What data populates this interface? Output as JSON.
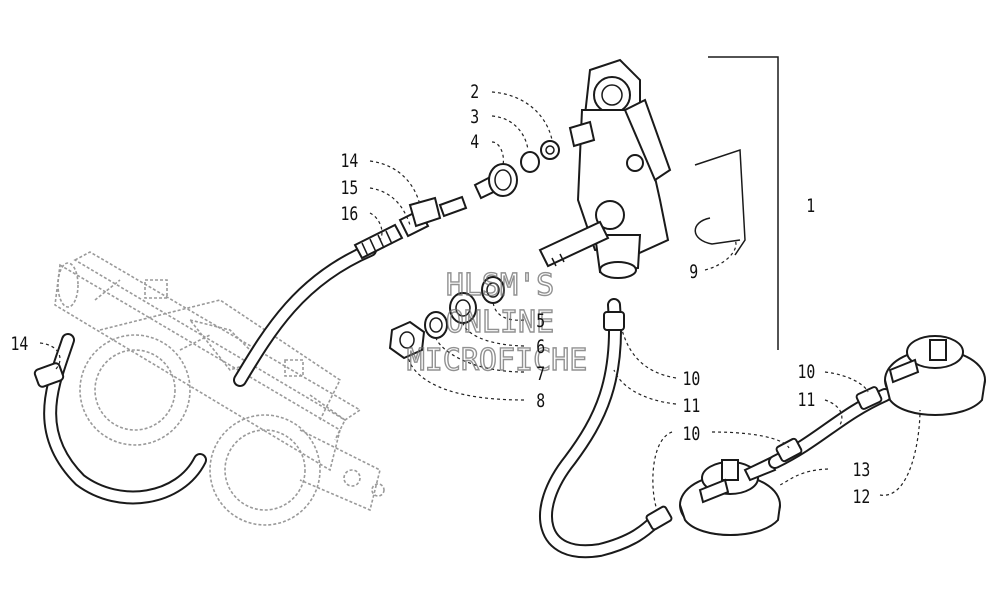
{
  "watermark": {
    "line1": "HLSM'S",
    "line2": "ONLINE",
    "line3": "MICROFICHE"
  },
  "callouts": {
    "c1": "1",
    "c2": "2",
    "c3": "3",
    "c4": "4",
    "c5": "5",
    "c6": "6",
    "c7": "7",
    "c8": "8",
    "c9": "9",
    "c10a": "10",
    "c10b": "10",
    "c10c": "10",
    "c11a": "11",
    "c11b": "11",
    "c12": "12",
    "c13": "13",
    "c14a": "14",
    "c14b": "14",
    "c15": "15",
    "c16": "16"
  }
}
